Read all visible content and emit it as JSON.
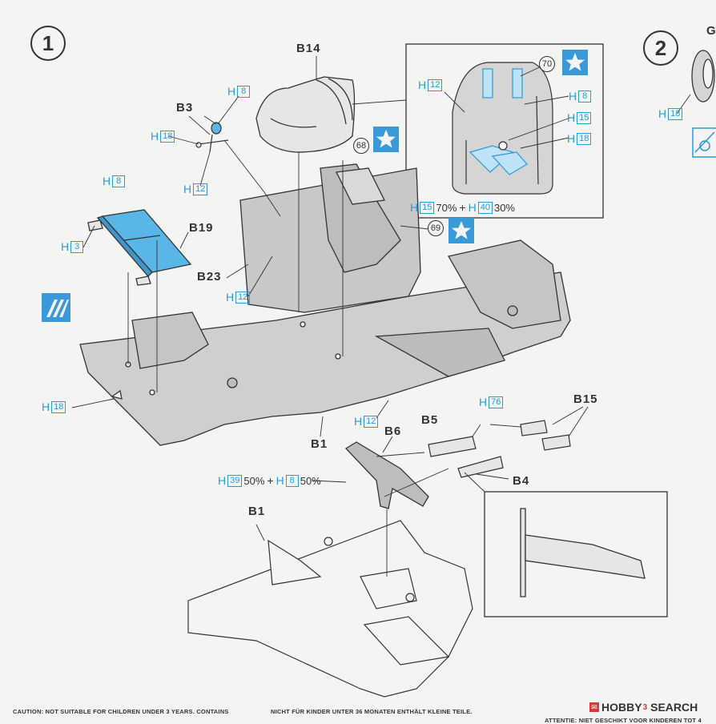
{
  "steps": {
    "one": "1",
    "two": "2"
  },
  "parts": {
    "b14": "B14",
    "b3": "B3",
    "b19": "B19",
    "b23": "B23",
    "b1": "B1",
    "b1_lower": "B1",
    "b5": "B5",
    "b6": "B6",
    "b15": "B15",
    "b4": "B4",
    "g": "G"
  },
  "paint": {
    "h_letter": "H",
    "c8": "8",
    "c18": "18",
    "c12": "12",
    "c3": "3",
    "c76": "76",
    "c39": "39",
    "c15": "15",
    "c40": "40",
    "mix1_pct_a": "50%",
    "mix1_pct_b": "50%",
    "mix2_pct_a": "70%",
    "mix2_pct_b": "30%",
    "plus": "+"
  },
  "decals": {
    "d68": "68",
    "d69": "69",
    "d70": "70"
  },
  "footer": {
    "caution_en": "CAUTION: NOT SUITABLE FOR CHILDREN UNDER 3 YEARS. CONTAINS",
    "caution_de": "NICHT FÜR KINDER UNTER 36 MONATEN ENTHÄLT KLEINE TEILE.",
    "caution_nl": "ATTENTIE: NIET GESCHIKT VOOR KINDEREN TOT 4"
  },
  "logo": {
    "brand": "HOBBY",
    "sub": "3",
    "tail": "SEARCH"
  },
  "colors": {
    "accent_blue": "#2b9bd6",
    "part_fill": "#cfcfcf",
    "line": "#333333"
  }
}
